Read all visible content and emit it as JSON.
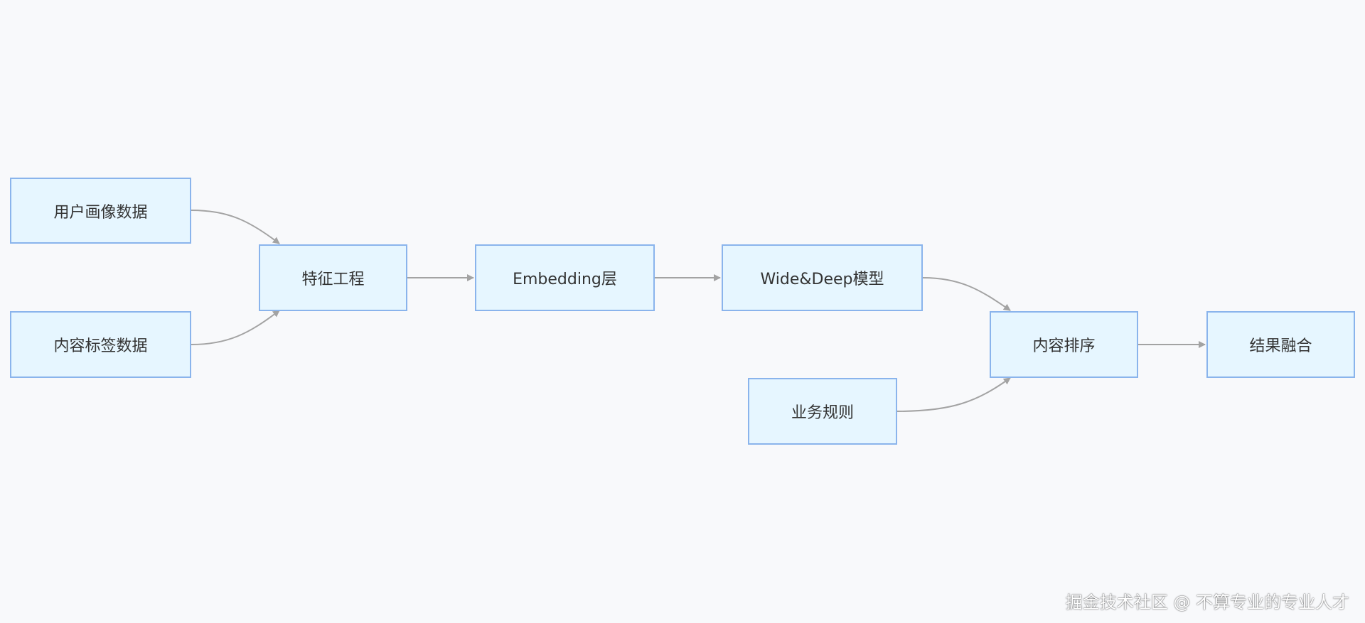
{
  "diagram": {
    "nodes": {
      "user_profile": "用户画像数据",
      "content_tags": "内容标签数据",
      "feature_eng": "特征工程",
      "embedding": "Embedding层",
      "wide_deep": "Wide&Deep模型",
      "biz_rules": "业务规则",
      "ranking": "内容排序",
      "fusion": "结果融合"
    },
    "edges": [
      {
        "from": "user_profile",
        "to": "feature_eng"
      },
      {
        "from": "content_tags",
        "to": "feature_eng"
      },
      {
        "from": "feature_eng",
        "to": "embedding"
      },
      {
        "from": "embedding",
        "to": "wide_deep"
      },
      {
        "from": "wide_deep",
        "to": "ranking"
      },
      {
        "from": "biz_rules",
        "to": "ranking"
      },
      {
        "from": "ranking",
        "to": "fusion"
      }
    ]
  },
  "watermark": "掘金技术社区 @ 不算专业的专业人才",
  "colors": {
    "background": "#f8f9fb",
    "node_fill": "#e6f6ff",
    "node_border": "#8ab4ec",
    "edge": "#a3a3a3",
    "text": "#333333"
  }
}
